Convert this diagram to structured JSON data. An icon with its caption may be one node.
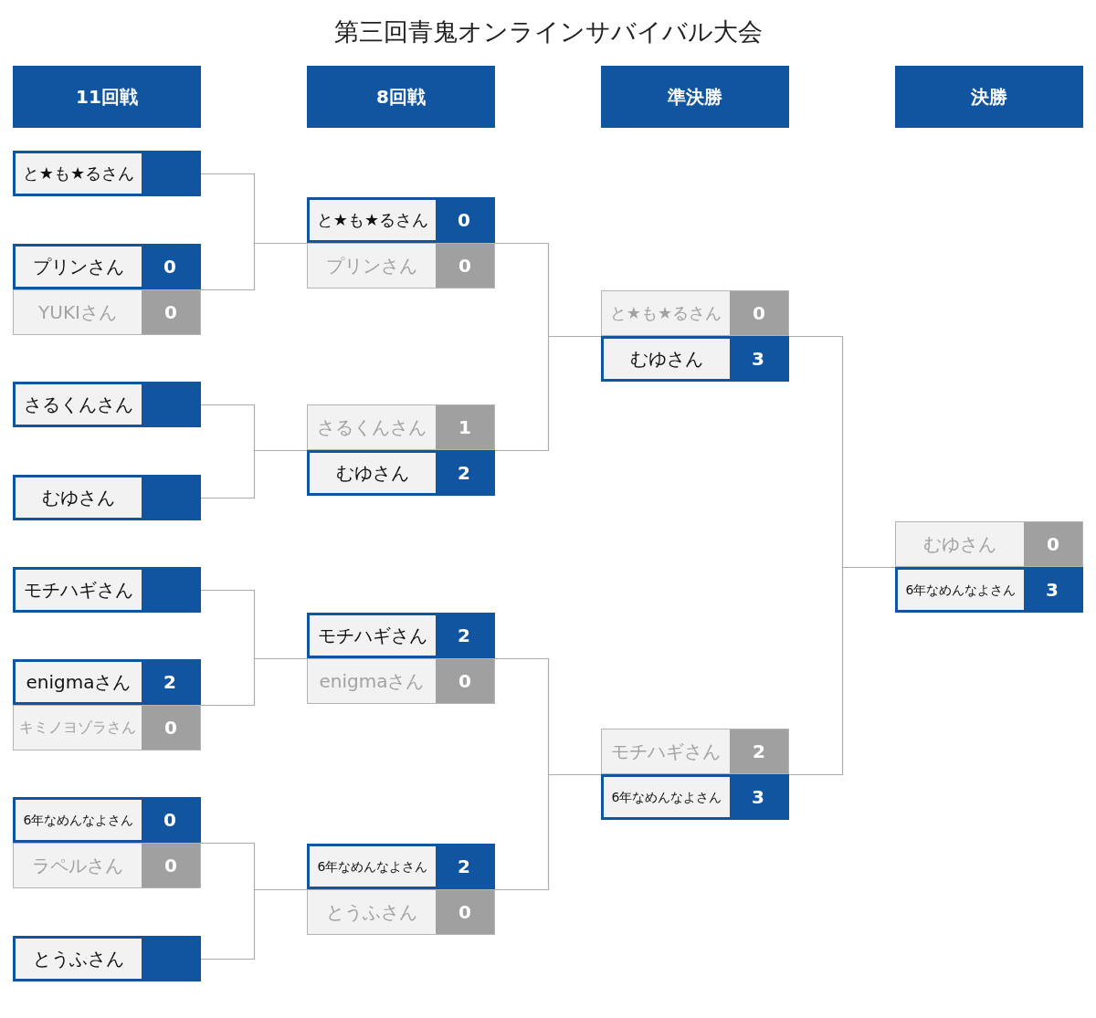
{
  "diagram": {
    "title": "第三回青鬼オンラインサバイバル大会",
    "nodes": [
      {
        "text": [
          "11回戦"
        ]
      },
      {
        "text": [
          "8回戦"
        ]
      },
      {
        "text": [
          "準決勝"
        ]
      },
      {
        "text": [
          "決勝"
        ]
      },
      {
        "text": [
          "と★も★るさん"
        ]
      },
      {
        "text": [
          "プリンさん",
          "0"
        ]
      },
      {
        "text": [
          "YUKIさん",
          "0"
        ]
      },
      {
        "text": [
          "さるくんさん"
        ]
      },
      {
        "text": [
          "むゆさん"
        ]
      },
      {
        "text": [
          "モチハギさん"
        ]
      },
      {
        "text": [
          "enigmaさん",
          "2"
        ]
      },
      {
        "text": [
          "キミノヨゾラさん",
          "0"
        ]
      },
      {
        "text": [
          "6年なめんなよさん",
          "0"
        ]
      },
      {
        "text": [
          "ラペルさん",
          "0"
        ]
      },
      {
        "text": [
          "とうふさん"
        ]
      },
      {
        "text": [
          "と★も★るさん",
          "0"
        ]
      },
      {
        "text": [
          "プリンさん",
          "0"
        ]
      },
      {
        "text": [
          "さるくんさん",
          "1"
        ]
      },
      {
        "text": [
          "むゆさん",
          "2"
        ]
      },
      {
        "text": [
          "モチハギさん",
          "2"
        ]
      },
      {
        "text": [
          "enigmaさん",
          "0"
        ]
      },
      {
        "text": [
          "6年なめんなよさん",
          "2"
        ]
      },
      {
        "text": [
          "とうふさん",
          "0"
        ]
      },
      {
        "text": [
          "と★も★るさん",
          "0"
        ]
      },
      {
        "text": [
          "むゆさん",
          "3"
        ]
      },
      {
        "text": [
          "モチハギさん",
          "2"
        ]
      },
      {
        "text": [
          "6年なめんなよさん",
          "3"
        ]
      },
      {
        "text": [
          "むゆさん",
          "0"
        ]
      },
      {
        "text": [
          "6年なめんなよさん",
          "3"
        ]
      }
    ],
    "edges": [
      {
        "from": 4,
        "to": 15,
        "arrow": "none"
      },
      {
        "from": 5,
        "to": 16,
        "arrow": "none"
      },
      {
        "from": 7,
        "to": 17,
        "arrow": "none"
      },
      {
        "from": 8,
        "to": 18,
        "arrow": "none"
      },
      {
        "from": 9,
        "to": 19,
        "arrow": "none"
      },
      {
        "from": 10,
        "to": 20,
        "arrow": "none"
      },
      {
        "from": 12,
        "to": 21,
        "arrow": "none"
      },
      {
        "from": 14,
        "to": 22,
        "arrow": "none"
      },
      {
        "from": 15,
        "to": 23,
        "arrow": "none"
      },
      {
        "from": 18,
        "to": 24,
        "arrow": "none"
      },
      {
        "from": 19,
        "to": 25,
        "arrow": "none"
      },
      {
        "from": 21,
        "to": 26,
        "arrow": "none"
      },
      {
        "from": 24,
        "to": 27,
        "arrow": "none"
      },
      {
        "from": 26,
        "to": 28,
        "arrow": "none"
      }
    ]
  }
}
